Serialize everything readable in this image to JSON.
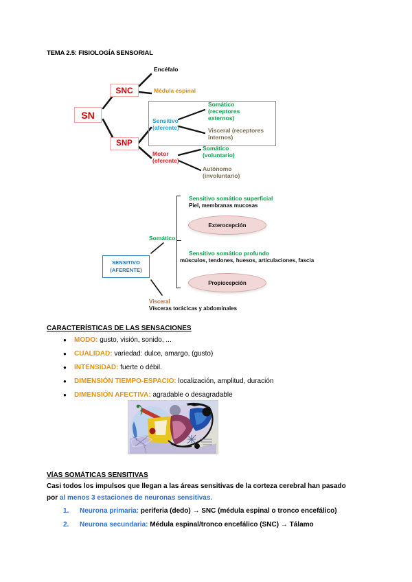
{
  "document": {
    "title": "TEMA 2.5: FISIOLOGÍA SENSORIAL"
  },
  "diagram1": {
    "nodes": {
      "sn": "SN",
      "snc": "SNC",
      "snp": "SNP"
    },
    "labels": {
      "encefalo": "Encéfalo",
      "medula_espinal": "Médula espinal",
      "sensitivo": "Sensitivo\n(aferente)",
      "sensitivo_line1": "Sensitivo",
      "sensitivo_line2": "(aferente)",
      "somatico_externos_line1": "Somático",
      "somatico_externos_line2": "(receptores",
      "somatico_externos_line3": "externos)",
      "visceral_internos_line1": "Visceral (receptores",
      "visceral_internos_line2": "internos)",
      "motor_line1": "Motor",
      "motor_line2": "(eferente)",
      "somatico_voluntario_line1": "Somático",
      "somatico_voluntario_line2": "(voluntario)",
      "autonomo_line1": "Autónomo",
      "autonomo_line2": "(involuntario)"
    },
    "colors": {
      "node_text": "#d40000",
      "node_border": "#f4a7a7",
      "orange": "#d58c1a",
      "blue": "#1f9fe0",
      "green": "#0aa04a",
      "brown": "#7a6a4f",
      "red": "#e02020",
      "rect_border": "#8d8d8d"
    }
  },
  "diagram2": {
    "sensitivo_box_line1": "SENSITIVO",
    "sensitivo_box_line2": "(AFERENTE)",
    "somatico": "Somático",
    "visceral": "Visceral",
    "visceras": "Vísceras torácicas y abdominales",
    "superficial_title": "Sensitivo somático superficial",
    "superficial_sub": "Piel, membranas mucosas",
    "exterocepcion": "Exterocepción",
    "profundo_title": "Sensitivo somático profundo",
    "profundo_sub": "músculos, tendones, huesos, articulaciones, fascia",
    "propiocepcion": "Propiocepción",
    "colors": {
      "box_border": "#2a7fc1",
      "box_text": "#1f6fb5",
      "green": "#0aa04a",
      "brown": "#b06a3a",
      "ellipse_fill": "#f2d7d7",
      "ellipse_border": "#d9a6a6"
    }
  },
  "caracteristicas": {
    "heading": "CARACTERÍSTICAS DE LAS SENSACIONES",
    "items": [
      {
        "term": "MODO:",
        "desc": " gusto, visión, sonido, ..."
      },
      {
        "term": "CUALIDAD:",
        "desc": " variedad: dulce, amargo, (gusto)"
      },
      {
        "term": "INTENSIDAD:",
        "desc": " fuerte o débil."
      },
      {
        "term": "DIMENSIÓN TIEMPO-ESPACIO:",
        "desc": " localización, amplitud, duración"
      },
      {
        "term": "DIMENSIÓN AFECTIVA:",
        "desc": " agradable o desagradable"
      }
    ],
    "accent_color": "#e8930b"
  },
  "figure": {
    "name": "kandinsky-painting",
    "alt": "Pintura abstracta de Kandinsky: Amarillo, rojo, azul"
  },
  "vias": {
    "heading": "VÍAS SOMÁTICAS SENSITIVAS",
    "intro_part1": "Casi todos los impulsos que llegan a las áreas sensitivas de la corteza cerebral han pasado por ",
    "intro_highlight": "al menos 3 estaciones de neuronas sensitivas.",
    "items": [
      {
        "number": "1.",
        "term": "Neurona primaria:",
        "desc": " periferia (dedo) → SNC (médula espinal o tronco encefálico)"
      },
      {
        "number": "2.",
        "term": "Neurona secundaria:",
        "desc": " Médula espinal/tronco encefálico (SNC) → Tálamo"
      }
    ],
    "accent_color": "#2c6fd4"
  }
}
